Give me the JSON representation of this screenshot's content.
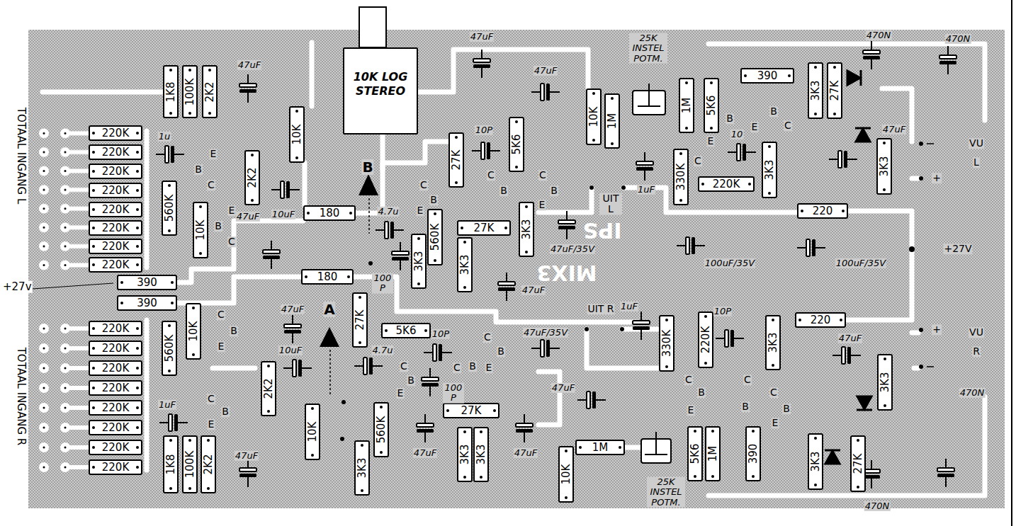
{
  "diagram": {
    "nodes": [
      {
        "text": [
          "220K"
        ]
      },
      {
        "text": [
          "220K"
        ]
      },
      {
        "text": [
          "220K"
        ]
      },
      {
        "text": [
          "220K"
        ]
      },
      {
        "text": [
          "220K"
        ]
      },
      {
        "text": [
          "220K"
        ]
      },
      {
        "text": [
          "220K"
        ]
      },
      {
        "text": [
          "220K"
        ]
      },
      {
        "text": [
          "390"
        ]
      },
      {
        "text": [
          "390"
        ]
      },
      {
        "text": [
          "220K"
        ]
      },
      {
        "text": [
          "220K"
        ]
      },
      {
        "text": [
          "220K"
        ]
      },
      {
        "text": [
          "220K"
        ]
      },
      {
        "text": [
          "220K"
        ]
      },
      {
        "text": [
          "220K"
        ]
      },
      {
        "text": [
          "220K"
        ]
      },
      {
        "text": [
          "220K"
        ]
      },
      {
        "text": [
          "1K8"
        ]
      },
      {
        "text": [
          "100K"
        ]
      },
      {
        "text": [
          "2K2"
        ]
      },
      {
        "text": [
          "560K"
        ]
      },
      {
        "text": [
          "10K"
        ]
      },
      {
        "text": [
          "2K2"
        ]
      },
      {
        "text": [
          "10K"
        ]
      },
      {
        "text": [
          "180"
        ]
      },
      {
        "text": [
          "180"
        ]
      },
      {
        "text": [
          "10K LOG STEREO"
        ]
      },
      {
        "text": [
          "27K"
        ]
      },
      {
        "text": [
          "5K6"
        ]
      },
      {
        "text": [
          "3K3"
        ]
      },
      {
        "text": [
          "560K"
        ]
      },
      {
        "text": [
          "3K3"
        ]
      },
      {
        "text": [
          "27K"
        ]
      },
      {
        "text": [
          "3K3"
        ]
      },
      {
        "text": [
          "10K"
        ]
      },
      {
        "text": [
          "1M"
        ]
      },
      {
        "text": [
          "1M"
        ]
      },
      {
        "text": [
          "5K6"
        ]
      },
      {
        "text": [
          "390"
        ]
      },
      {
        "text": [
          "3K3"
        ]
      },
      {
        "text": [
          "27K"
        ]
      },
      {
        "text": [
          "330K"
        ]
      },
      {
        "text": [
          "220K"
        ]
      },
      {
        "text": [
          "3K3"
        ]
      },
      {
        "text": [
          "3K3"
        ]
      },
      {
        "text": [
          "220"
        ]
      },
      {
        "text": [
          "220"
        ]
      },
      {
        "text": [
          "560K"
        ]
      },
      {
        "text": [
          "10K"
        ]
      },
      {
        "text": [
          "2K2"
        ]
      },
      {
        "text": [
          "27K"
        ]
      },
      {
        "text": [
          "5K6"
        ]
      },
      {
        "text": [
          "10K"
        ]
      },
      {
        "text": [
          "560K"
        ]
      },
      {
        "text": [
          "3K3"
        ]
      },
      {
        "text": [
          "27K"
        ]
      },
      {
        "text": [
          "3K3"
        ]
      },
      {
        "text": [
          "3K3"
        ]
      },
      {
        "text": [
          "1K8"
        ]
      },
      {
        "text": [
          "100K"
        ]
      },
      {
        "text": [
          "2K2"
        ]
      },
      {
        "text": [
          "10K"
        ]
      },
      {
        "text": [
          "1M"
        ]
      },
      {
        "text": [
          "330K"
        ]
      },
      {
        "text": [
          "220K"
        ]
      },
      {
        "text": [
          "3K3"
        ]
      },
      {
        "text": [
          "5K6"
        ]
      },
      {
        "text": [
          "1M"
        ]
      },
      {
        "text": [
          "390"
        ]
      },
      {
        "text": [
          "3K3"
        ]
      },
      {
        "text": [
          "3K3"
        ]
      },
      {
        "text": [
          "27K"
        ]
      }
    ],
    "labels": [
      "TOTAAL INGANG L",
      "TOTAAL INGANG R",
      "+27v",
      "+27V",
      "VU",
      "L",
      "+",
      "VU",
      "R",
      "+",
      "47uF",
      "1u",
      "10uF",
      "47uF",
      "47uF",
      "10P",
      "47uF",
      "4.7u",
      "100 P",
      "47uF/35V",
      "47uF",
      "1uF",
      "10",
      "47uF",
      "470N",
      "470N",
      "100uF/35V",
      "100uF/35V",
      "UIT L",
      "A",
      "B",
      "25K INSTEL POTM.",
      "IPS",
      "MIX3",
      "47uF",
      "10uF",
      "1uF",
      "47uF",
      "4.7u",
      "10P",
      "100 P",
      "47uF/35V",
      "47uF",
      "47uF",
      "47uF",
      "1uF",
      "10P",
      "47uF",
      "470N",
      "470N",
      "25K INSTEL POTM.",
      "UIT R",
      "E",
      "B",
      "C",
      "E",
      "B",
      "C",
      "C",
      "B",
      "E",
      "C",
      "B",
      "C",
      "B",
      "E",
      "E",
      "B",
      "C",
      "E",
      "B",
      "C",
      "C",
      "B",
      "E",
      "C",
      "B",
      "E",
      "C",
      "B",
      "E",
      "C",
      "B",
      "C",
      "B",
      "E",
      "C",
      "B",
      "E",
      "C",
      "B",
      "C",
      "B",
      "E"
    ]
  }
}
